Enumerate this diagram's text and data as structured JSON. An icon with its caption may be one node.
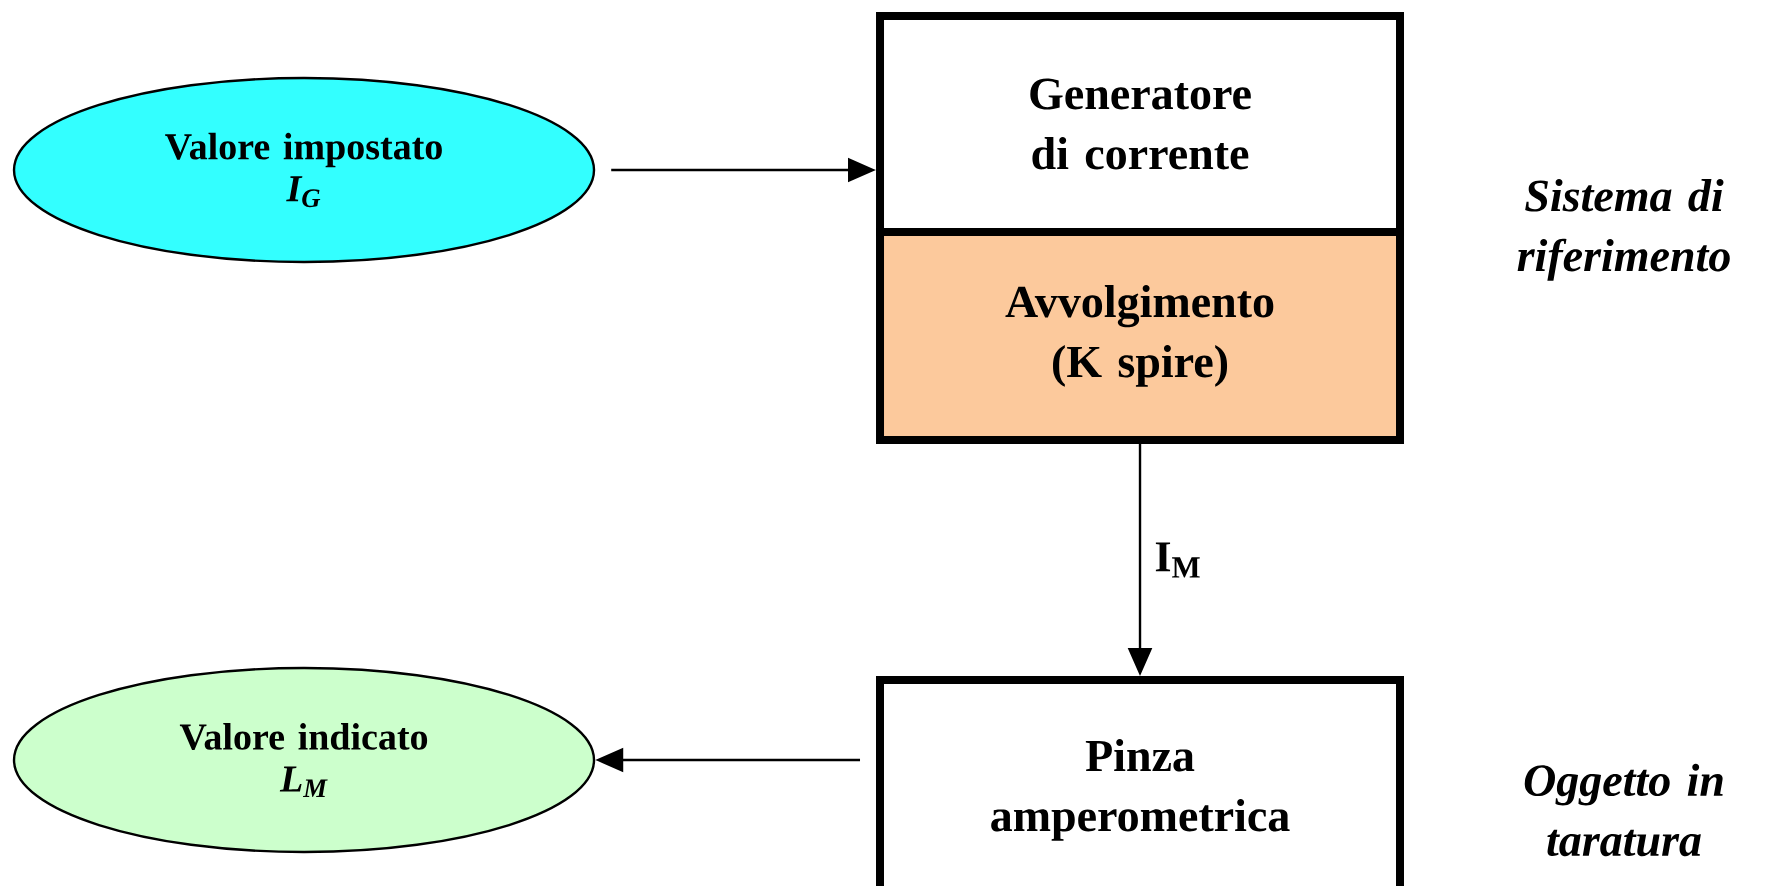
{
  "diagram": {
    "nodes": [
      {
        "text": [
          "Valore impostato",
          "I$_{G}$"
        ]
      },
      {
        "text": [
          "Generatore di corrente"
        ]
      },
      {
        "text": [
          "Avvolgimento (K spire)"
        ]
      },
      {
        "text": [
          "Pinza amperometrica"
        ]
      },
      {
        "text": [
          "Valore indicato",
          "L$_{M}$"
        ]
      }
    ],
    "edges": [
      {
        "from": 0,
        "to": 1,
        "arrow": "to"
      },
      {
        "from": 2,
        "to": 3,
        "arrow": "to",
        "label": "I$_{M}$"
      },
      {
        "from": 3,
        "to": 4,
        "arrow": "to"
      }
    ],
    "labels": [
      "Sistema di riferimento",
      "Oggetto in taratura"
    ]
  }
}
